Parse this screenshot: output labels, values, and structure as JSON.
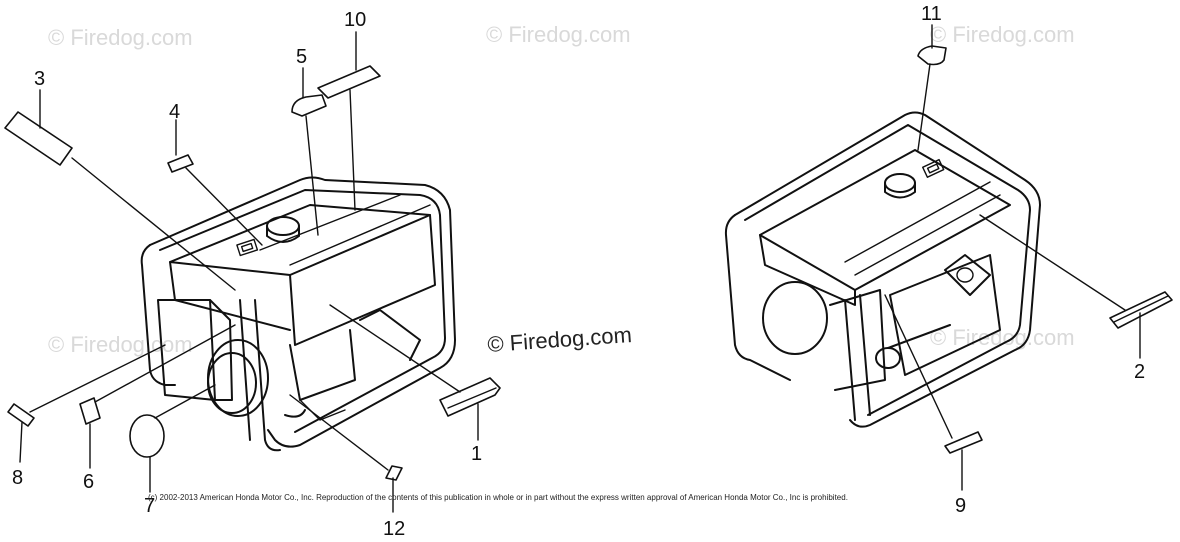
{
  "watermarks": [
    "© Firedog.com",
    "© Firedog.com",
    "© Firedog.com",
    "© Firedog.com",
    "© Firedog.com"
  ],
  "center_watermark": "© Firedog.com",
  "copyright": "(c) 2002-2013 American Honda Motor Co., Inc. Reproduction of the contents of this publication in whole or in part without the express written approval of American Honda Motor Co., Inc is prohibited.",
  "callouts": {
    "c1": "1",
    "c2": "2",
    "c3": "3",
    "c4": "4",
    "c5": "5",
    "c6": "6",
    "c7": "7",
    "c8": "8",
    "c9": "9",
    "c10": "10",
    "c11": "11",
    "c12": "12"
  }
}
